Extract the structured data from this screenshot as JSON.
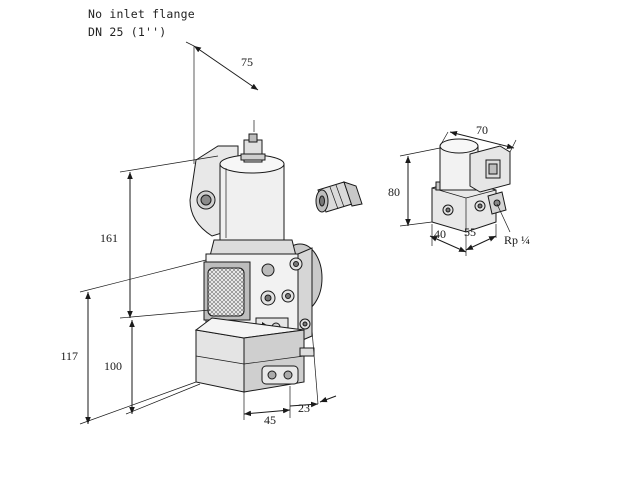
{
  "notes": {
    "line1": "No inlet flange",
    "line2": "DN 25 (1'')"
  },
  "dimensions": {
    "main": {
      "top_width": "75",
      "upper_height": "161",
      "lower_height": "100",
      "total_height": "117",
      "base_width": "45",
      "side_offset": "23"
    },
    "detail": {
      "width": "70",
      "height": "80",
      "base_left": "40",
      "base_right": "55",
      "thread": "Rp ¼"
    }
  },
  "colors": {
    "line": "#1a1a1a",
    "body_light": "#f2f2f2",
    "body_mid": "#d8d8d8",
    "body_dark": "#a8a8a8"
  }
}
